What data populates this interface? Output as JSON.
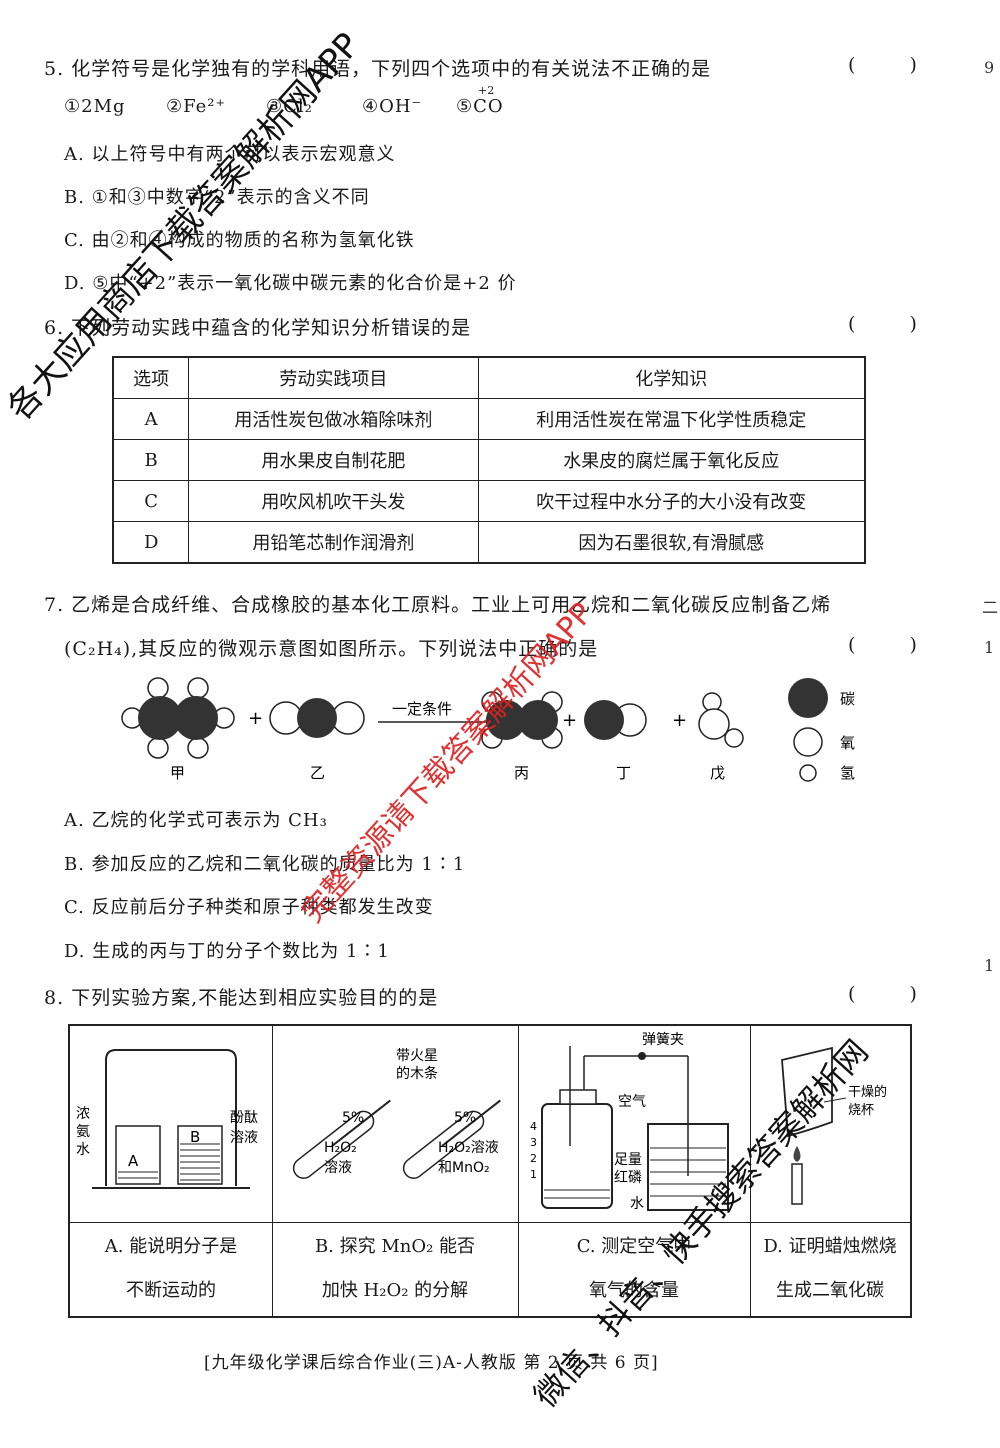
{
  "q5": {
    "stem": "5. 化学符号是化学独有的学科用语，下列四个选项中的有关说法不正确的是",
    "paren": "( )",
    "symbols": [
      "①2Mg",
      "②Fe²⁺",
      "③Cl₂",
      "④OH⁻",
      "⑤CO"
    ],
    "symbol_sup": "+2",
    "options": [
      "A. 以上符号中有两个可以表示宏观意义",
      "B. ①和③中数字“2”表示的含义不同",
      "C. 由②和④构成的物质的名称为氢氧化铁",
      "D. ⑤中“+2”表示一氧化碳中碳元素的化合价是+2 价"
    ]
  },
  "q6": {
    "stem": "6. 下列劳动实践中蕴含的化学知识分析错误的是",
    "paren": "( )",
    "headers": [
      "选项",
      "劳动实践项目",
      "化学知识"
    ],
    "rows": [
      [
        "A",
        "用活性炭包做冰箱除味剂",
        "利用活性炭在常温下化学性质稳定"
      ],
      [
        "B",
        "用水果皮自制花肥",
        "水果皮的腐烂属于氧化反应"
      ],
      [
        "C",
        "用吹风机吹干头发",
        "吹干过程中水分子的大小没有改变"
      ],
      [
        "D",
        "用铅笔芯制作润滑剂",
        "因为石墨很软,有滑腻感"
      ]
    ]
  },
  "q7": {
    "stem1": "7. 乙烯是合成纤维、合成橡胶的基本化工原料。工业上可用乙烷和二氧化碳反应制备乙烯",
    "stem2": "(C₂H₄),其反应的微观示意图如图所示。下列说法中正确的是",
    "paren": "( )",
    "arrow_label": "一定条件",
    "mol_labels": [
      "甲",
      "乙",
      "丙",
      "丁",
      "戊"
    ],
    "legend": [
      "碳",
      "氧",
      "氢"
    ],
    "options": [
      "A. 乙烷的化学式可表示为 CH₃",
      "B. 参加反应的乙烷和二氧化碳的质量比为 1∶1",
      "C. 反应前后分子种类和原子种类都发生改变",
      "D. 生成的丙与丁的分子个数比为 1∶1"
    ]
  },
  "q8": {
    "stem": "8. 下列实验方案,不能达到相应实验目的的是",
    "paren": "( )",
    "exp_labels": {
      "a_left": [
        "浓",
        "氨",
        "水"
      ],
      "a_right": [
        "酚酞",
        "溶液"
      ],
      "a_beakers": [
        "A",
        "B"
      ],
      "b_top": [
        "带火星",
        "的木条"
      ],
      "b_pct": "5%",
      "b_left": [
        "H₂O₂",
        "溶液"
      ],
      "b_right": [
        "H₂O₂溶液",
        "和MnO₂"
      ],
      "c_clip": "弹簧夹",
      "c_air": "空气",
      "c_p": [
        "足量",
        "红磷"
      ],
      "c_water": "水",
      "c_scale": [
        "4",
        "3",
        "2",
        "1"
      ],
      "d_label": [
        "干燥的",
        "烧杯"
      ]
    },
    "captions": [
      [
        "A. 能说明分子是",
        "不断运动的"
      ],
      [
        "B. 探究 MnO₂ 能否",
        "加快 H₂O₂ 的分解"
      ],
      [
        "C. 测定空气中",
        "氧气的含量"
      ],
      [
        "D. 证明蜡烛燃烧",
        "生成二氧化碳"
      ]
    ]
  },
  "footer": "[九年级化学课后综合作业(三)A-人教版  第 2 页  共 6 页]",
  "watermarks": {
    "black1": "各大应用商店下载答案解析网APP",
    "red": "完整资源请下载答案解析网APP",
    "black2": "微信、抖音、快手搜索答案解析网"
  },
  "edge": [
    "9",
    "二",
    "1",
    "1"
  ],
  "colors": {
    "watermark_red": "#dd2222",
    "text": "#1a1a1a"
  }
}
